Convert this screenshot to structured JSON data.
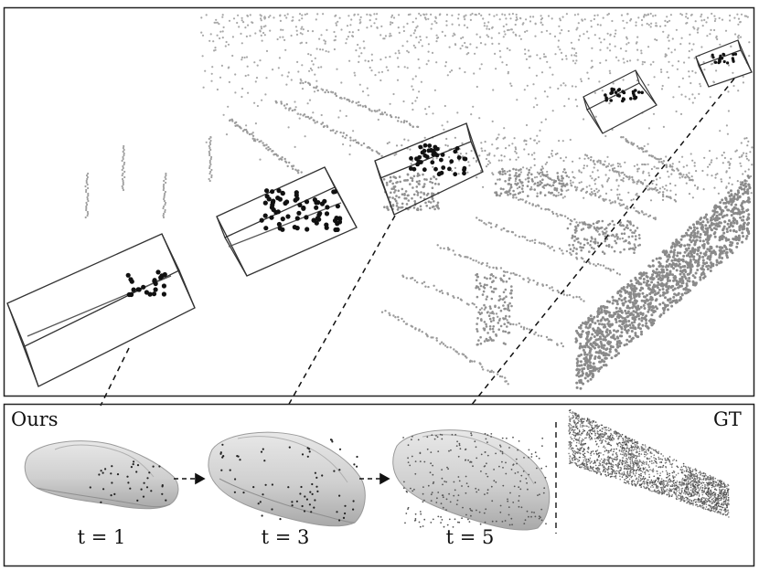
{
  "panels": {
    "top": {
      "content": "lidar-point-cloud-scene"
    },
    "bottom": {
      "left_label": "Ours",
      "right_label": "GT",
      "steps": [
        {
          "label": "t = 1"
        },
        {
          "label": "t = 3"
        },
        {
          "label": "t = 5"
        }
      ]
    }
  },
  "colors": {
    "frame": "#222222",
    "scene_points": "#9a9a9a",
    "object_points": "#111111",
    "mesh_fill": "#d4d4d4",
    "mesh_shadow": "#a8a8a8",
    "gt_points": "#555555"
  }
}
